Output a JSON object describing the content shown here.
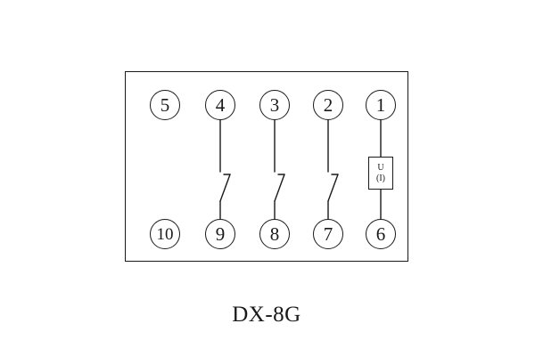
{
  "diagram": {
    "caption": "DX-8G",
    "top_terminals": [
      "5",
      "4",
      "3",
      "2",
      "1"
    ],
    "bottom_terminals": [
      "10",
      "9",
      "8",
      "7",
      "6"
    ],
    "device_box": {
      "line1": "U",
      "line2": "(I)"
    },
    "switch_pairs": [
      "4-9",
      "3-8",
      "2-7"
    ],
    "colors": {
      "line": "#1a1a1a",
      "background": "#ffffff"
    }
  }
}
